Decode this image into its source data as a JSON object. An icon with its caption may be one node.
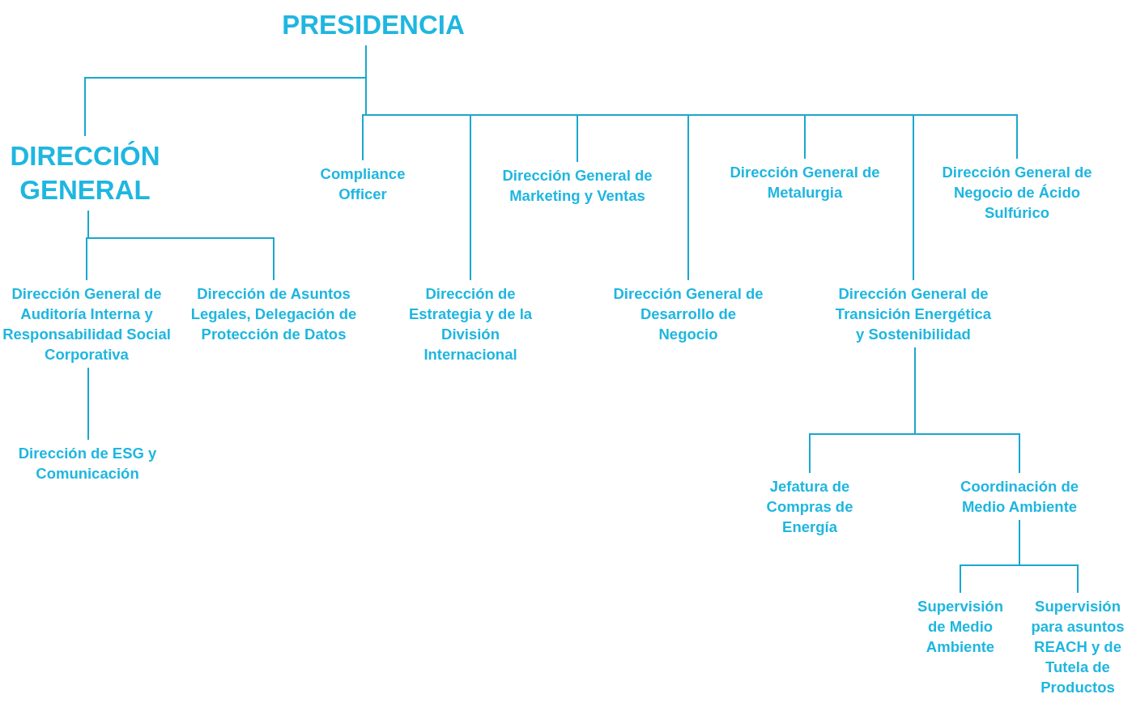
{
  "diagram": {
    "nodes": [
      {
        "text": [
          "PRESIDENCIA"
        ]
      },
      {
        "text": [
          "DIRECCIÓN GENERAL"
        ]
      },
      {
        "text": [
          "Compliance Officer"
        ]
      },
      {
        "text": [
          "Dirección General de Marketing y Ventas"
        ]
      },
      {
        "text": [
          "Dirección General de Metalurgia"
        ]
      },
      {
        "text": [
          "Dirección General de Negocio de Ácido Sulfúrico"
        ]
      },
      {
        "text": [
          "Dirección General de Auditoría Interna y Responsabilidad Social Corporativa"
        ]
      },
      {
        "text": [
          "Dirección de Asuntos Legales, Delegación de Protección de Datos"
        ]
      },
      {
        "text": [
          "Dirección de Estrategia y de la División Internacional"
        ]
      },
      {
        "text": [
          "Dirección General de Desarrollo de Negocio"
        ]
      },
      {
        "text": [
          "Dirección General de Transición Energética y Sostenibilidad"
        ]
      },
      {
        "text": [
          "Dirección de ESG y Comunicación"
        ]
      },
      {
        "text": [
          "Jefatura de Compras de Energía"
        ]
      },
      {
        "text": [
          "Coordinación de Medio Ambiente"
        ]
      },
      {
        "text": [
          "Supervisión de Medio Ambiente"
        ]
      },
      {
        "text": [
          "Supervisión para asuntos REACH y de Tutela de Productos"
        ]
      }
    ],
    "edges": [
      {
        "from": 0,
        "to": 1,
        "arrow": "none"
      },
      {
        "from": 0,
        "to": 2,
        "arrow": "none"
      },
      {
        "from": 0,
        "to": 8,
        "arrow": "none"
      },
      {
        "from": 0,
        "to": 3,
        "arrow": "none"
      },
      {
        "from": 0,
        "to": 9,
        "arrow": "none"
      },
      {
        "from": 0,
        "to": 4,
        "arrow": "none"
      },
      {
        "from": 0,
        "to": 10,
        "arrow": "none"
      },
      {
        "from": 0,
        "to": 5,
        "arrow": "none"
      },
      {
        "from": 1,
        "to": 6,
        "arrow": "none"
      },
      {
        "from": 1,
        "to": 7,
        "arrow": "none"
      },
      {
        "from": 6,
        "to": 11,
        "arrow": "none"
      },
      {
        "from": 10,
        "to": 12,
        "arrow": "none"
      },
      {
        "from": 10,
        "to": 13,
        "arrow": "none"
      },
      {
        "from": 13,
        "to": 14,
        "arrow": "none"
      },
      {
        "from": 13,
        "to": 15,
        "arrow": "none"
      }
    ]
  }
}
